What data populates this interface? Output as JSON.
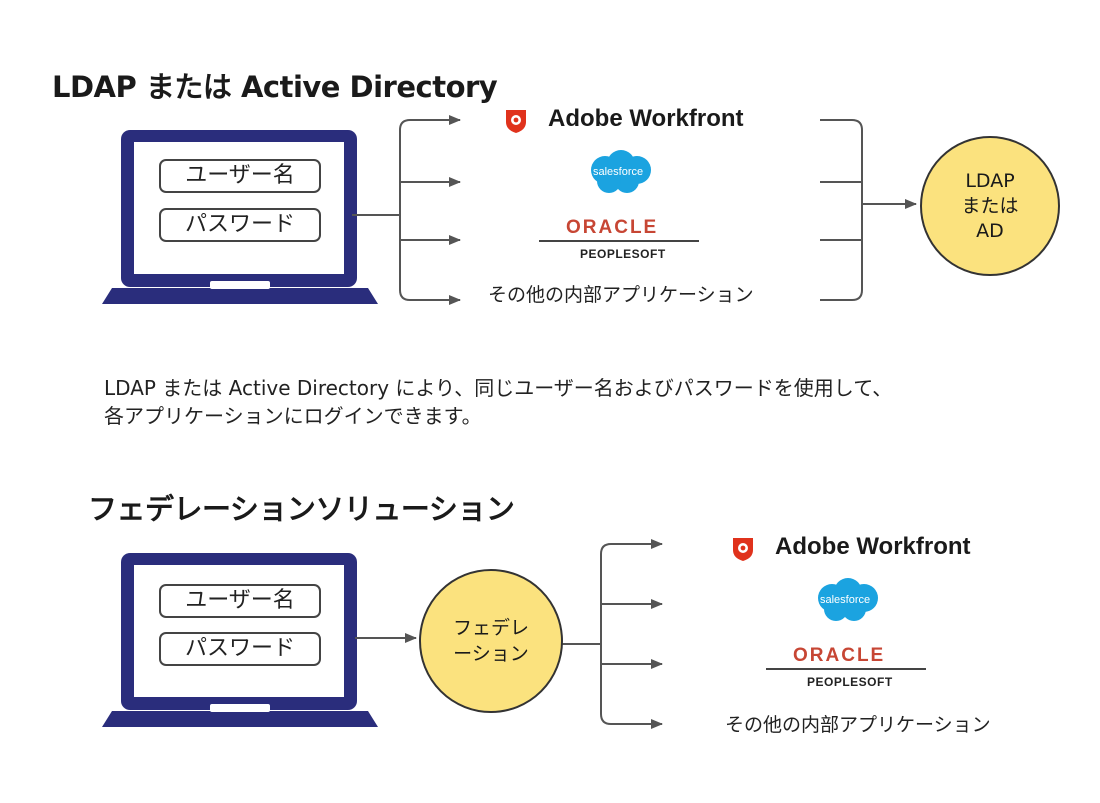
{
  "section1": {
    "title": "LDAP または Active Directory",
    "laptop": {
      "username_label": "ユーザー名",
      "password_label": "パスワード"
    },
    "apps": {
      "workfront": "Adobe Workfront",
      "salesforce": "salesforce",
      "oracle": "ORACLE",
      "peoplesoft": "PEOPLESOFT",
      "other": "その他の内部アプリケーション"
    },
    "target": {
      "line1": "LDAP",
      "line2": "または",
      "line3": "AD"
    }
  },
  "description": {
    "line1": "LDAP または Active Directory により、同じユーザー名およびパスワードを使用して、",
    "line2": "各アプリケーションにログインできます。"
  },
  "section2": {
    "title": "フェデレーションソリューション",
    "laptop": {
      "username_label": "ユーザー名",
      "password_label": "パスワード"
    },
    "hub": {
      "line1": "フェデレ",
      "line2": "ーション"
    },
    "apps": {
      "workfront": "Adobe Workfront",
      "salesforce": "salesforce",
      "oracle": "ORACLE",
      "peoplesoft": "PEOPLESOFT",
      "other": "その他の内部アプリケーション"
    }
  },
  "colors": {
    "laptop": "#2a2d7c",
    "circle_fill": "#fbe27e",
    "workfront_red": "#e0321c",
    "salesforce_blue": "#1ba3e0",
    "oracle_red": "#c74634",
    "arrow": "#555555"
  }
}
